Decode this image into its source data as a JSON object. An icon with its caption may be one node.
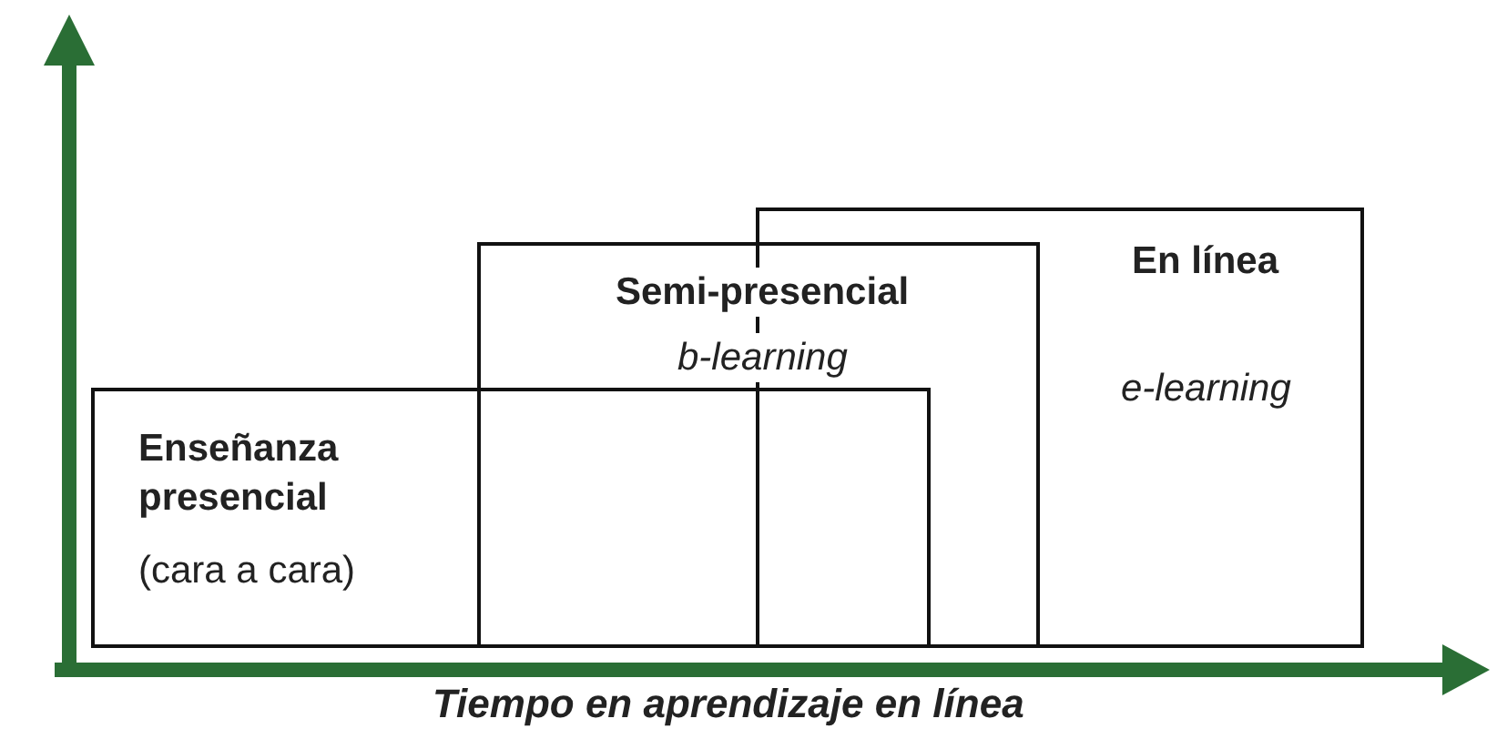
{
  "diagram": {
    "nodes": [
      {
        "text": [
          "Enseñanza presencial",
          "(cara a cara)"
        ]
      },
      {
        "text": [
          "Semi-presencial",
          "b-learning"
        ]
      },
      {
        "text": [
          "En línea",
          "e-learning"
        ]
      }
    ],
    "labels": [
      "Tiempo en aprendizaje en línea"
    ]
  }
}
